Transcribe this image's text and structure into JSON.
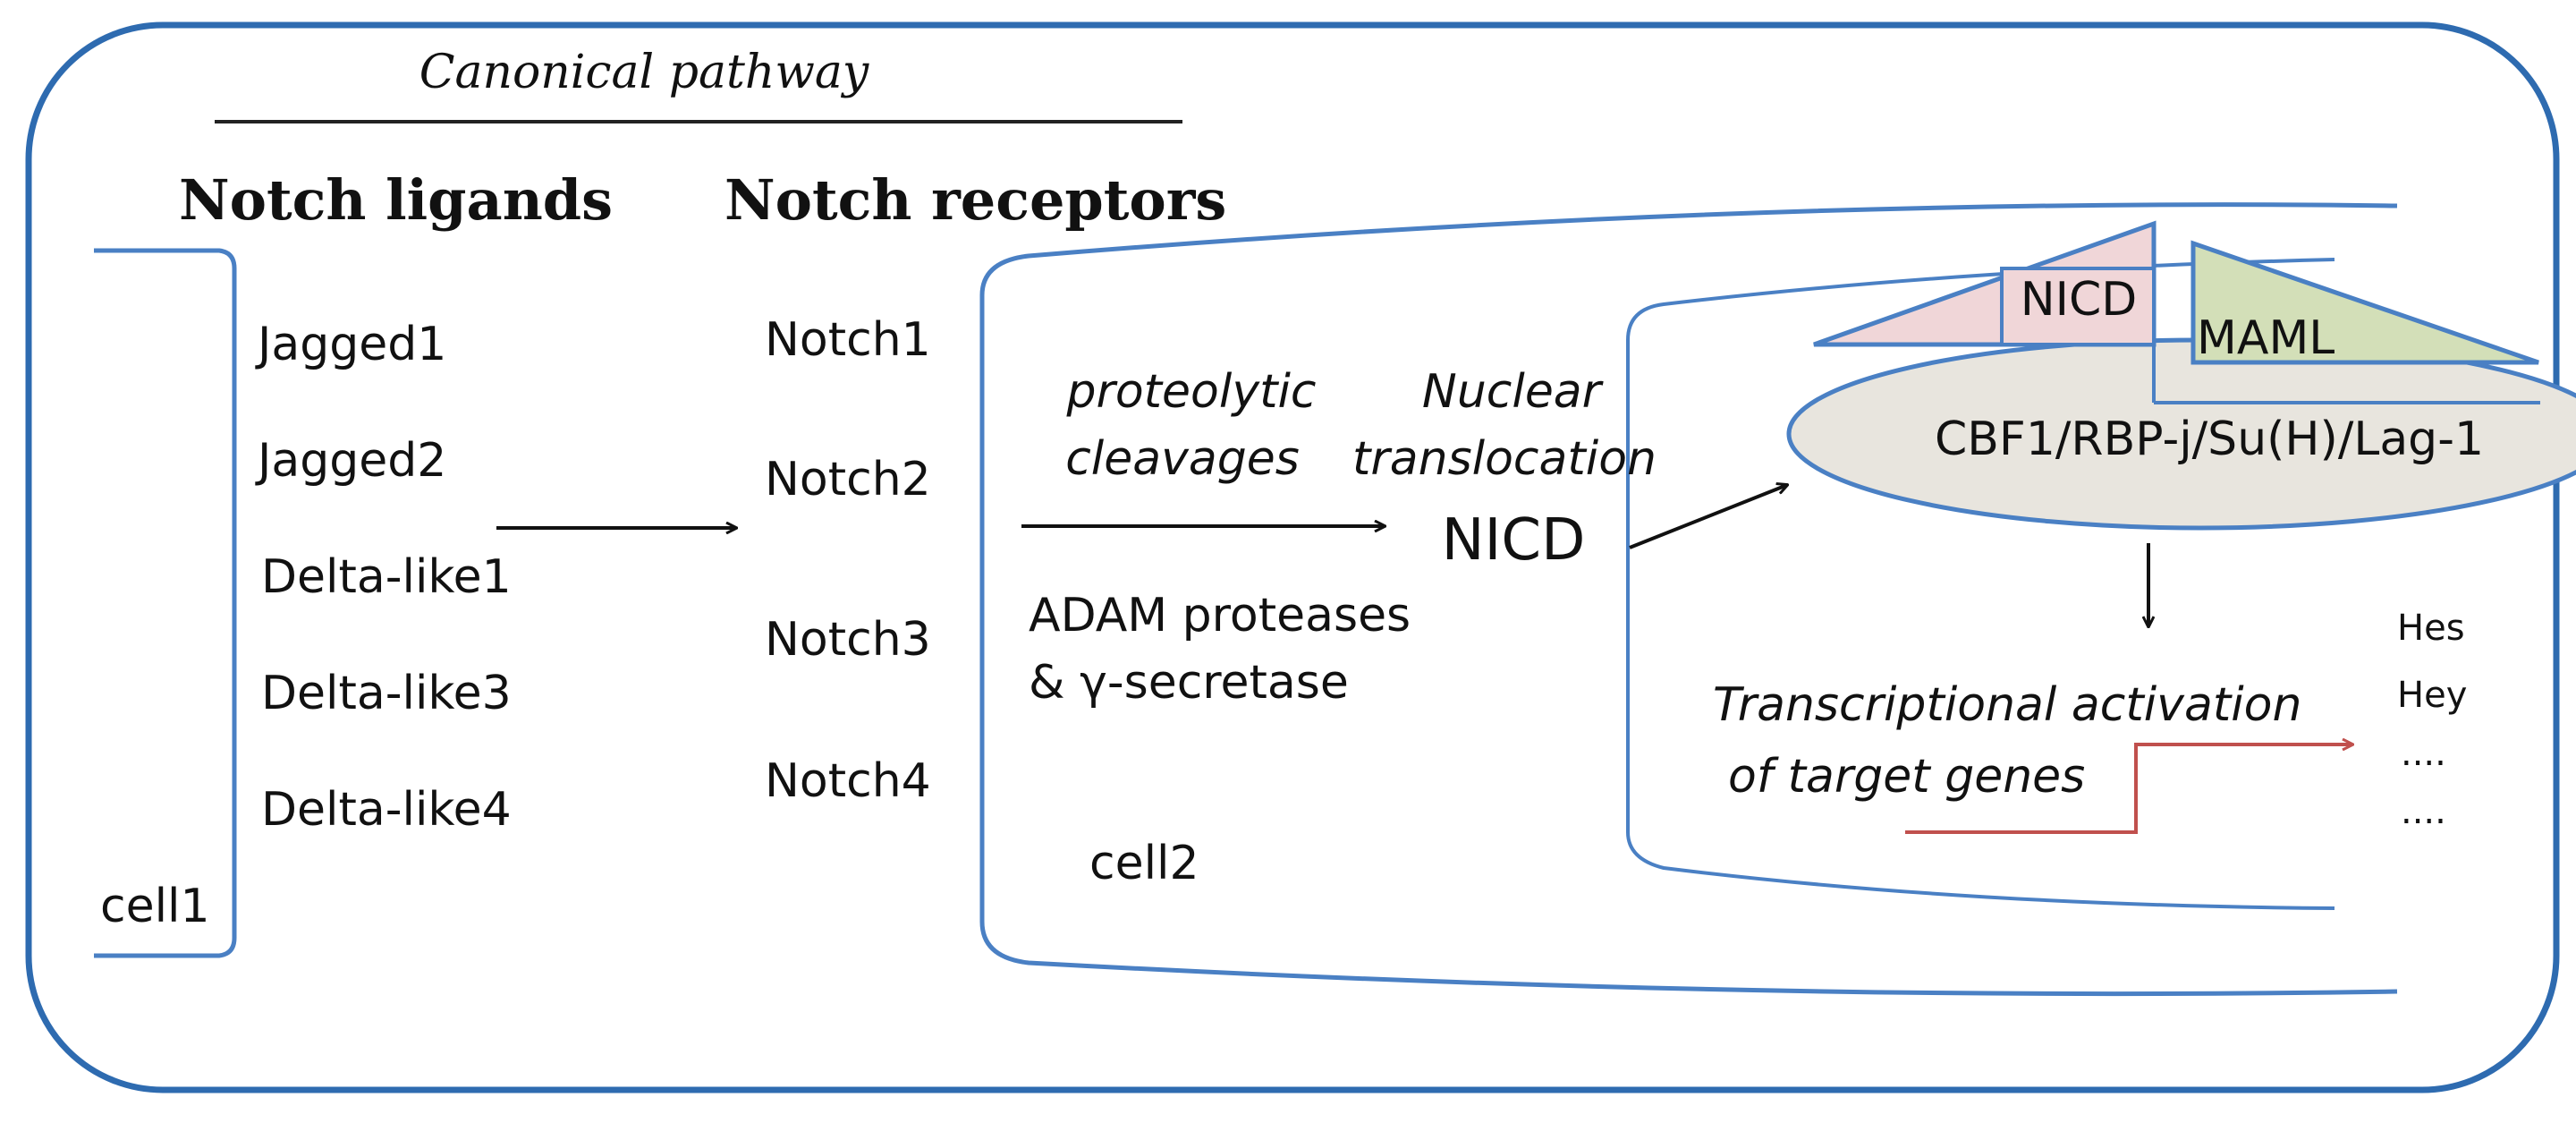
{
  "header": {
    "pathway_title": "Canonical pathway",
    "ligands_title": "Notch ligands",
    "receptors_title": "Notch receptors"
  },
  "ligands": [
    "Jagged1",
    "Jagged2",
    "Delta-like1",
    "Delta-like3",
    "Delta-like4"
  ],
  "receptors": [
    "Notch1",
    "Notch2",
    "Notch3",
    "Notch4"
  ],
  "cells": {
    "cell1": "cell1",
    "cell2": "cell2"
  },
  "steps": {
    "cleavage_line1": "proteolytic",
    "cleavage_line2": "cleavages",
    "nuclear_line1": "Nuclear",
    "nuclear_line2": "translocation",
    "nicd": "NICD",
    "proteases_line1": "ADAM proteases",
    "proteases_line2": "& γ-secretase"
  },
  "complex": {
    "nicd": "NICD",
    "maml": "MAML",
    "csl": "CBF1/RBP-j/Su(H)/Lag-1"
  },
  "activation": {
    "line1": "Transcriptional activation",
    "line2": "of target genes"
  },
  "targets": [
    "Hes",
    "Hey",
    "....",
    "...."
  ],
  "colors": {
    "outline_blue": "#2e6bb0",
    "membrane_blue": "#4a80c4",
    "nicd_fill": "#f0d6d8",
    "maml_fill": "#d3dfb8",
    "csl_fill": "#e8e5de",
    "activation_arrow": "#c0504d"
  }
}
